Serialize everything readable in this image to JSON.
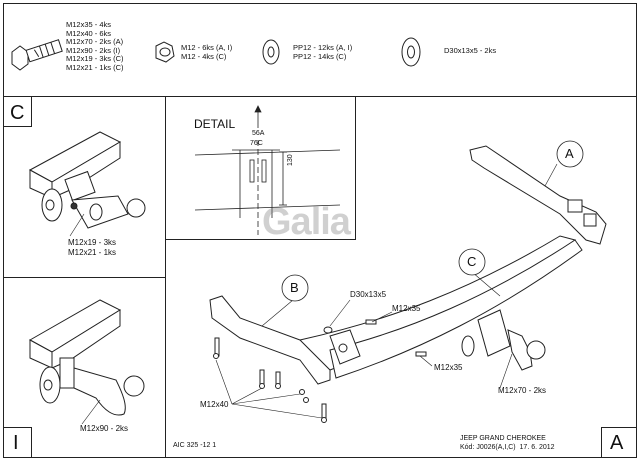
{
  "parts": {
    "bolts": [
      "M12x35 - 4ks",
      "M12x40 - 6ks",
      "M12x70 - 2ks (A)",
      "M12x90 - 2ks (I)",
      "M12x19 - 3ks (C)",
      "M12x21 - 1ks (C)"
    ],
    "nuts": [
      "M12 - 6ks (A, I)",
      "M12 - 4ks (C)"
    ],
    "washers": [
      "PP12 - 12ks (A, I)",
      "PP12 - 14ks (C)"
    ],
    "large_washer": "D30x13x5 - 2ks"
  },
  "panel_c": {
    "letter": "C",
    "labels": [
      "M12x19 - 3ks",
      "M12x21 - 1ks"
    ]
  },
  "panel_i": {
    "letter": "I",
    "label": "M12x90 - 2ks"
  },
  "detail": {
    "title": "DETAIL",
    "dim_a": "56A",
    "dim_c": "76C",
    "dim_v": "130"
  },
  "watermark": "Galia",
  "main": {
    "callout_a": "A",
    "callout_b": "B",
    "callout_c": "C",
    "label_d30": "D30x13x5",
    "label_m35_top": "M12x35",
    "label_m35_bottom": "M12x35",
    "label_m70": "M12x70 - 2ks",
    "label_m40": "M12x40"
  },
  "footer": {
    "code": "AIC 325 -12 1",
    "vehicle": "JEEP GRAND CHEROKEE",
    "kod": "Kód: J0026(A,I,C)  17. 6. 2012",
    "variant_letter": "A"
  }
}
